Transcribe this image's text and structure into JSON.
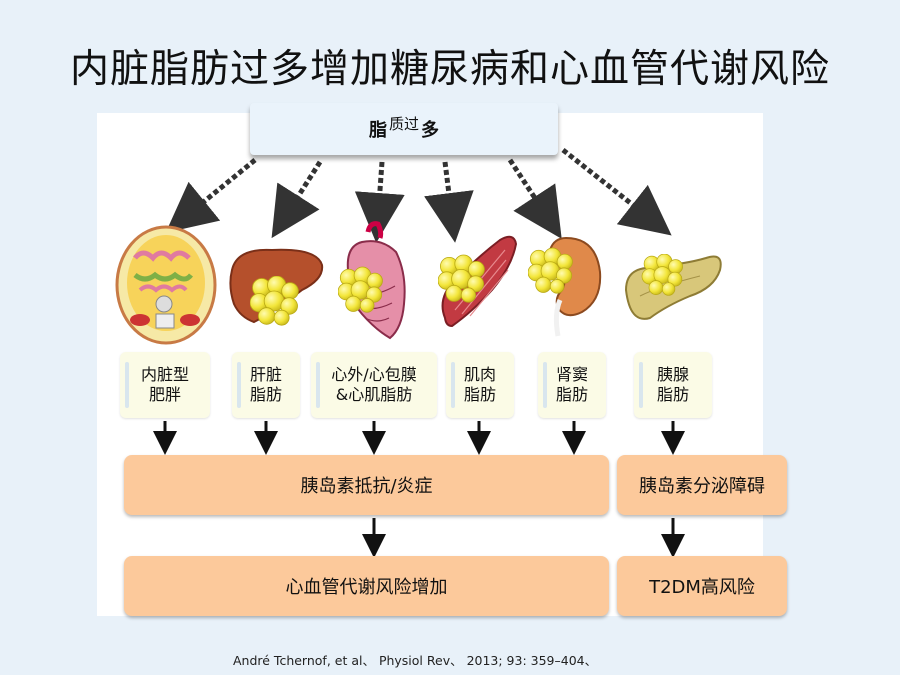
{
  "title": "内脏脂肪过多增加糖尿病和心血管代谢风险",
  "top_box": {
    "part1": "脂",
    "part2": "质过",
    "part3": "多"
  },
  "organs": [
    {
      "label": "内脏型\n肥胖"
    },
    {
      "label": "肝脏\n脂肪"
    },
    {
      "label": "心外/心包膜\n&心肌脂肪"
    },
    {
      "label": "肌肉\n脂肪"
    },
    {
      "label": "肾窦\n脂肪"
    },
    {
      "label": "胰腺\n脂肪"
    }
  ],
  "outcomes": {
    "insulin_resistance": "胰岛素抵抗/炎症",
    "insulin_secretion": "胰岛素分泌障碍",
    "cardiometabolic": "心血管代谢风险增加",
    "t2dm": "T2DM高风险"
  },
  "citation": "André Tchernof, et al、 Physiol Rev、 2013; 93: 359–404、"
}
